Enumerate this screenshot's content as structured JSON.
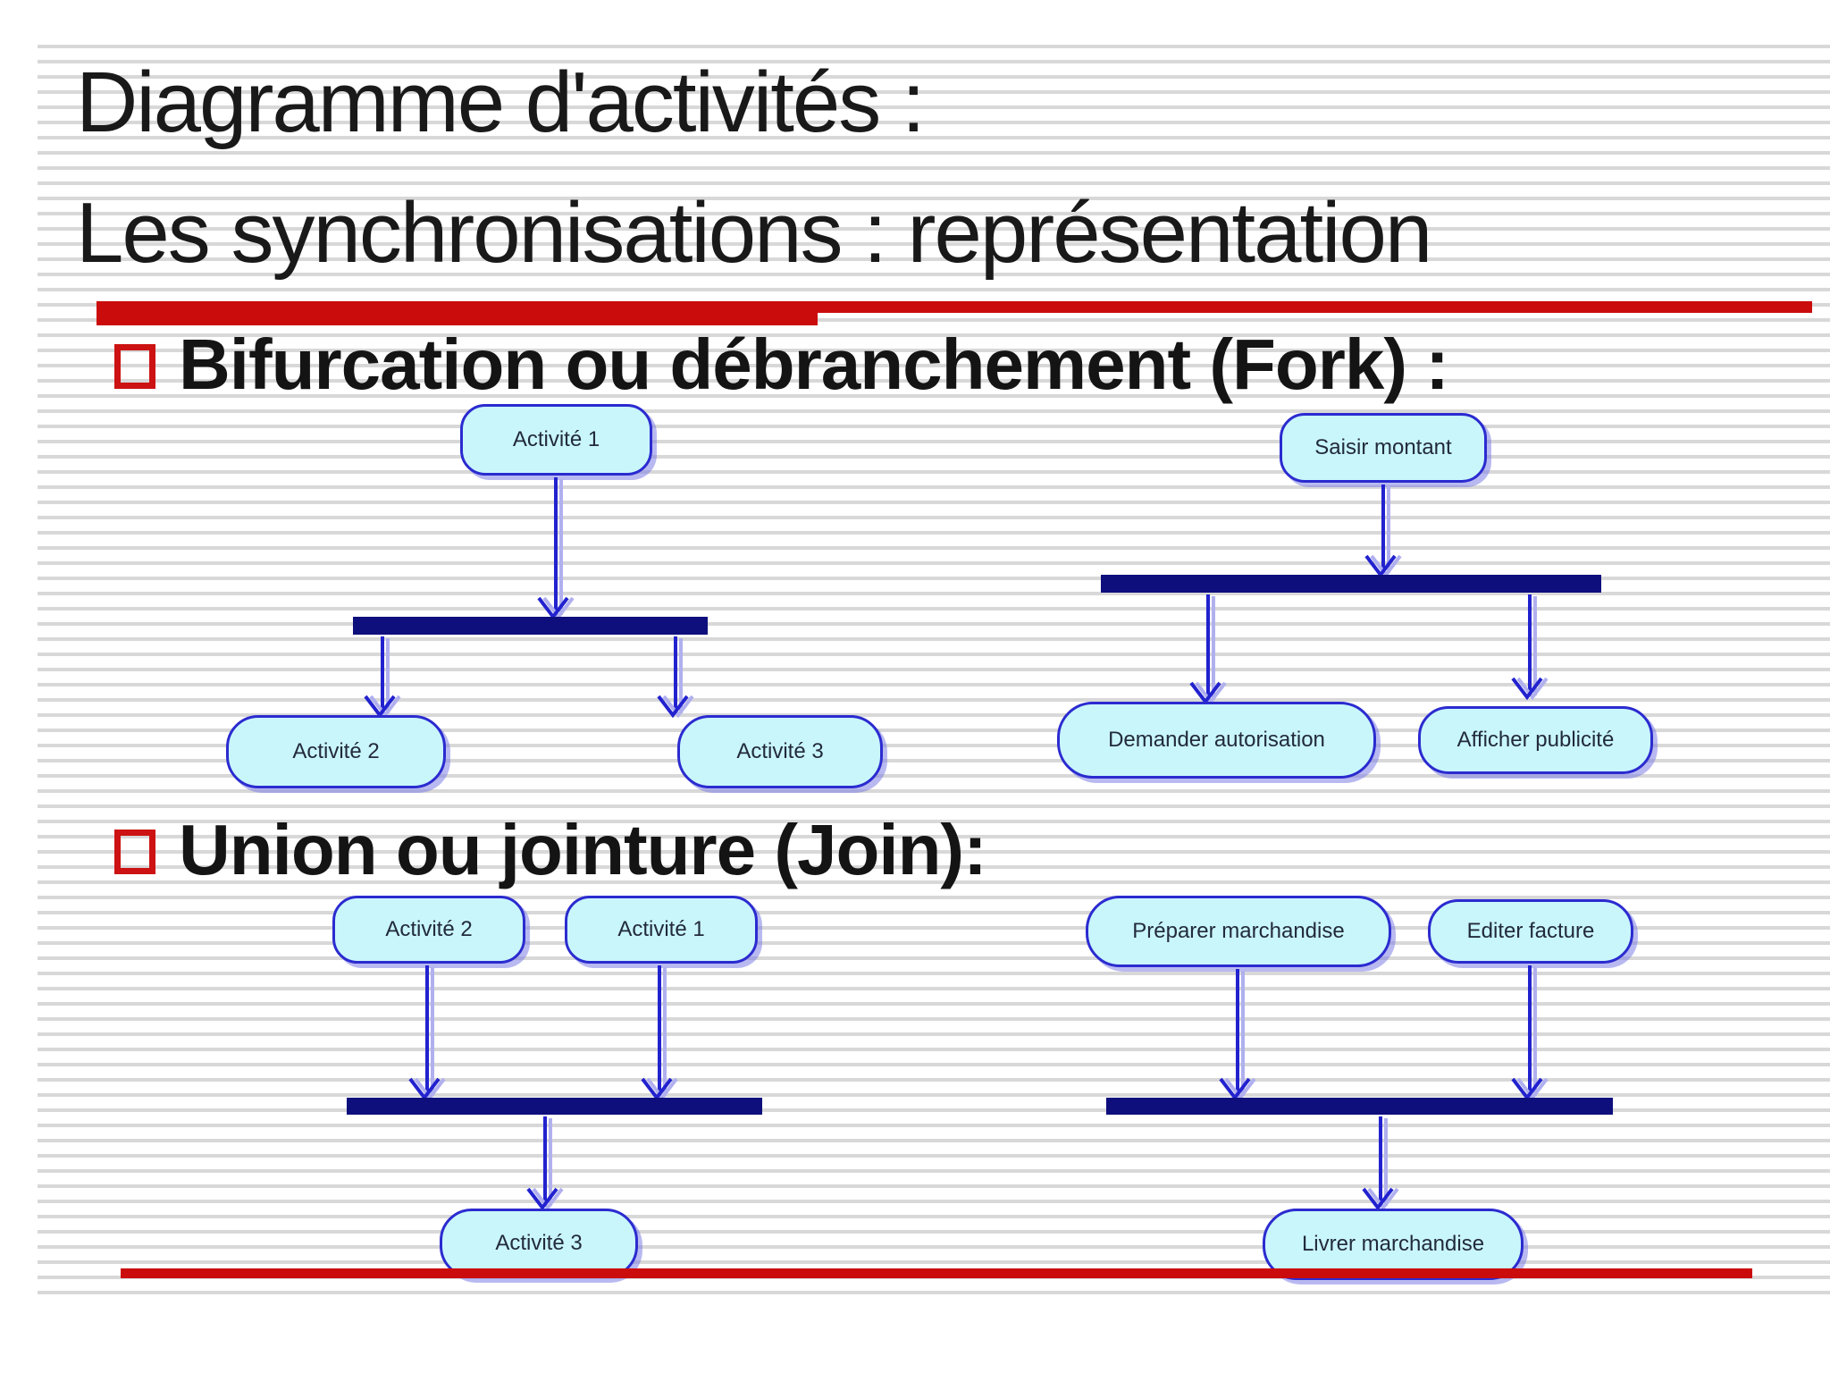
{
  "slide": {
    "title": {
      "line1": "Diagramme d'activités :",
      "line2": "Les synchronisations : représentation"
    },
    "sections": {
      "fork": {
        "heading": "Bifurcation ou débranchement (Fork) :"
      },
      "join": {
        "heading": "Union ou jointure (Join):"
      }
    },
    "diagrams": {
      "fork_generic": {
        "source": "Activité 1",
        "targets": [
          "Activité 2",
          "Activité 3"
        ]
      },
      "fork_example": {
        "source": "Saisir montant",
        "targets": [
          "Demander autorisation",
          "Afficher publicité"
        ]
      },
      "join_generic": {
        "sources": [
          "Activité 2",
          "Activité 1"
        ],
        "target": "Activité 3"
      },
      "join_example": {
        "sources": [
          "Préparer marchandise",
          "Editer facture"
        ],
        "target": "Livrer marchandise"
      }
    },
    "colors": {
      "accent_red": "#cb0c0c",
      "sync_bar_navy": "#0e0e7d",
      "node_fill": "#c9f6fb",
      "node_border": "#2b2bd0",
      "arrow_blue": "#2222cf",
      "stripe_gray": "#d8d8d8"
    }
  }
}
